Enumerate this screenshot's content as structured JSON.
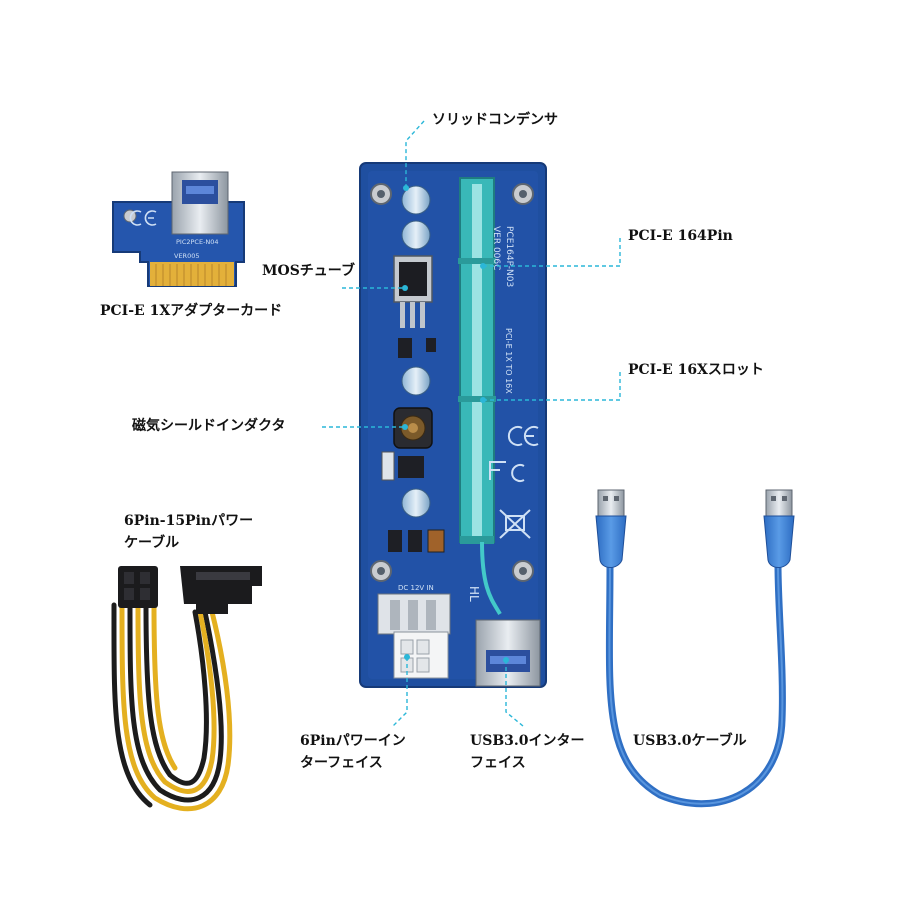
{
  "labels": {
    "capacitor": "ソリッドコンデンサ",
    "pcie_164pin": "PCI-E 164Pin",
    "mos": "MOSチューブ",
    "adapter_card": "PCI-E 1Xアダプターカード",
    "pcie_16x_slot": "PCI-E 16Xスロット",
    "inductor": "磁気シールドインダクタ",
    "power_cable_line1": "6Pin-15Pinパワー",
    "power_cable_line2": "ケーブル",
    "pin6_interface_line1": "6Pinパワーイン",
    "pin6_interface_line2": "ターフェイス",
    "usb_interface_line1": "USB3.0インター",
    "usb_interface_line2": "フェイス",
    "usb_cable": "USB3.0ケーブル"
  },
  "board_text": {
    "main_model": "PCE164P-N03",
    "main_version": "VER 006C",
    "main_spec": "PCI-E 1X TO 16X",
    "power_in": "DC 12V IN",
    "hl_mark": "HL",
    "adapter_model": "PIC2PCE-N04",
    "adapter_version": "VER005"
  },
  "colors": {
    "pcb_blue": "#1f4fa0",
    "pcb_dark": "#173d80",
    "slot_teal": "#3ec4c4",
    "callout_cyan": "#2bb7d8",
    "gold": "#e8b23a",
    "cable_blue": "#3a7fd6"
  }
}
